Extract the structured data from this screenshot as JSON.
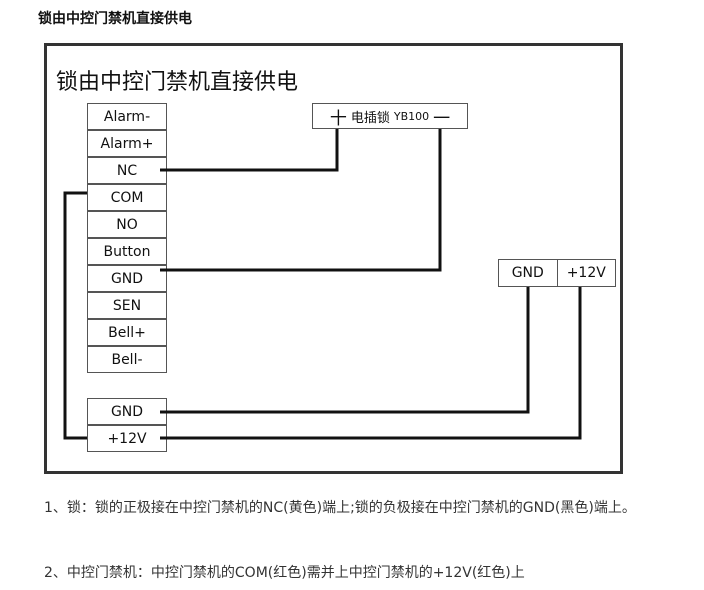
{
  "heading": "锁由中控门禁机直接供电",
  "diagram": {
    "title": "锁由中控门禁机直接供电",
    "terminals_top": [
      "Alarm-",
      "Alarm+",
      "NC",
      "COM",
      "NO",
      "Button",
      "GND",
      "SEN",
      "Bell+",
      "Bell-"
    ],
    "terminals_power": [
      "GND",
      "+12V"
    ],
    "lock": {
      "plus_symbol": "十",
      "name": "电插锁",
      "model": "YB100",
      "minus_symbol": "一"
    },
    "power_supply": [
      "GND",
      "+12V"
    ],
    "wire_color": "#111111"
  },
  "notes": [
    "1、锁：锁的正极接在中控门禁机的NC(黄色)端上;锁的负极接在中控门禁机的GND(黑色)端上。",
    "2、中控门禁机：中控门禁机的COM(红色)需并上中控门禁机的+12V(红色)上"
  ]
}
